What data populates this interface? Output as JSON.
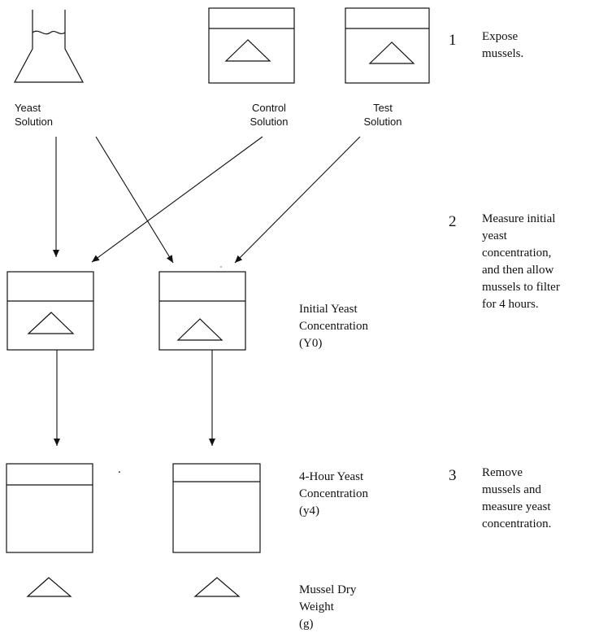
{
  "sources": {
    "yeast": "Yeast\nSolution",
    "control": "Control\nSolution",
    "test": "Test\nSolution"
  },
  "measurements": {
    "initial": "Initial Yeast\nConcentration\n(Y0)",
    "four_hour": "4-Hour Yeast\nConcentration\n(y4)",
    "dry_weight": "Mussel Dry\nWeight\n(g)"
  },
  "steps": [
    {
      "number": "1",
      "text": "Expose\nmussels."
    },
    {
      "number": "2",
      "text": "Measure initial\nyeast\nconcentration,\nand then allow\nmussels to filter\nfor 4 hours."
    },
    {
      "number": "3",
      "text": "Remove\nmussels and\nmeasure yeast\nconcentration."
    }
  ],
  "stray_mark": "."
}
